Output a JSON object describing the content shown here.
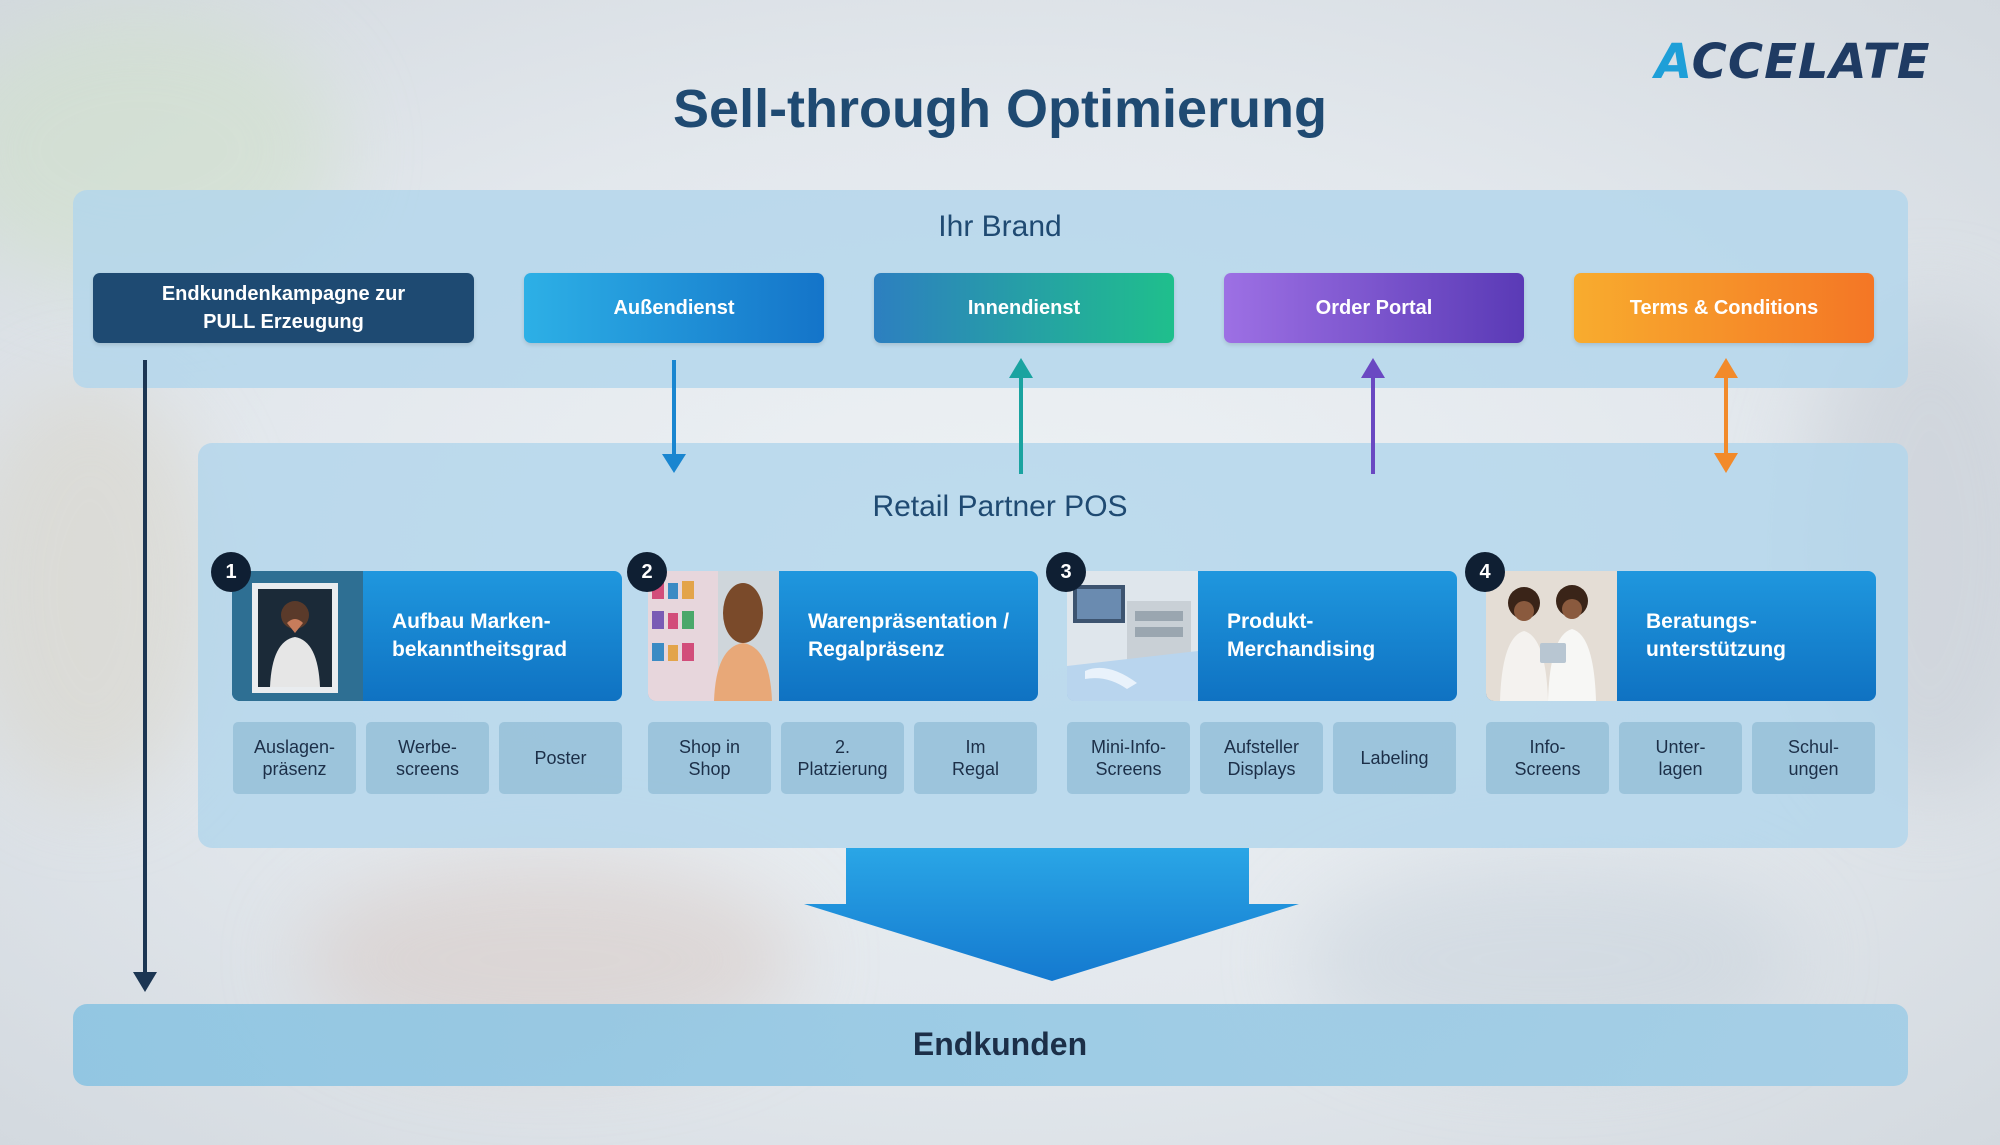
{
  "logo": {
    "text": "ACCELATE"
  },
  "title": "Sell-through Optimierung",
  "brand": {
    "title": "Ihr Brand",
    "buttons": [
      {
        "label": "Endkundenkampagne zur\nPULL Erzeugung"
      },
      {
        "label": "Außendienst"
      },
      {
        "label": "Innendienst"
      },
      {
        "label": "Order Portal"
      },
      {
        "label": "Terms & Conditions"
      }
    ]
  },
  "pos": {
    "title": "Retail Partner POS",
    "cards": [
      {
        "number": "1",
        "label": "Aufbau Marken-\nbekanntheitsgrad",
        "items": [
          "Auslagen-\npräsenz",
          "Werbe-\nscreens",
          "Poster"
        ]
      },
      {
        "number": "2",
        "label": "Warenpräsentation /\nRegalpräsenz",
        "items": [
          "Shop in\nShop",
          "2.\nPlatzierung",
          "Im\nRegal"
        ]
      },
      {
        "number": "3",
        "label": "Produkt-\nMerchandising",
        "items": [
          "Mini-Info-\nScreens",
          "Aufsteller\nDisplays",
          "Labeling"
        ]
      },
      {
        "number": "4",
        "label": "Beratungs-\nunterstützung",
        "items": [
          "Info-\nScreens",
          "Unter-\nlagen",
          "Schul-\nungen"
        ]
      }
    ]
  },
  "endkunden": {
    "title": "Endkunden"
  },
  "colors": {
    "title": "#1f4a72",
    "dark_navy": "#1e4a72",
    "aussendienst": "#1a86d0",
    "innendienst": "#1aa3a0",
    "order_portal": "#6a48c2",
    "terms": "#f28a2a",
    "card_blue": "#1383cf"
  }
}
